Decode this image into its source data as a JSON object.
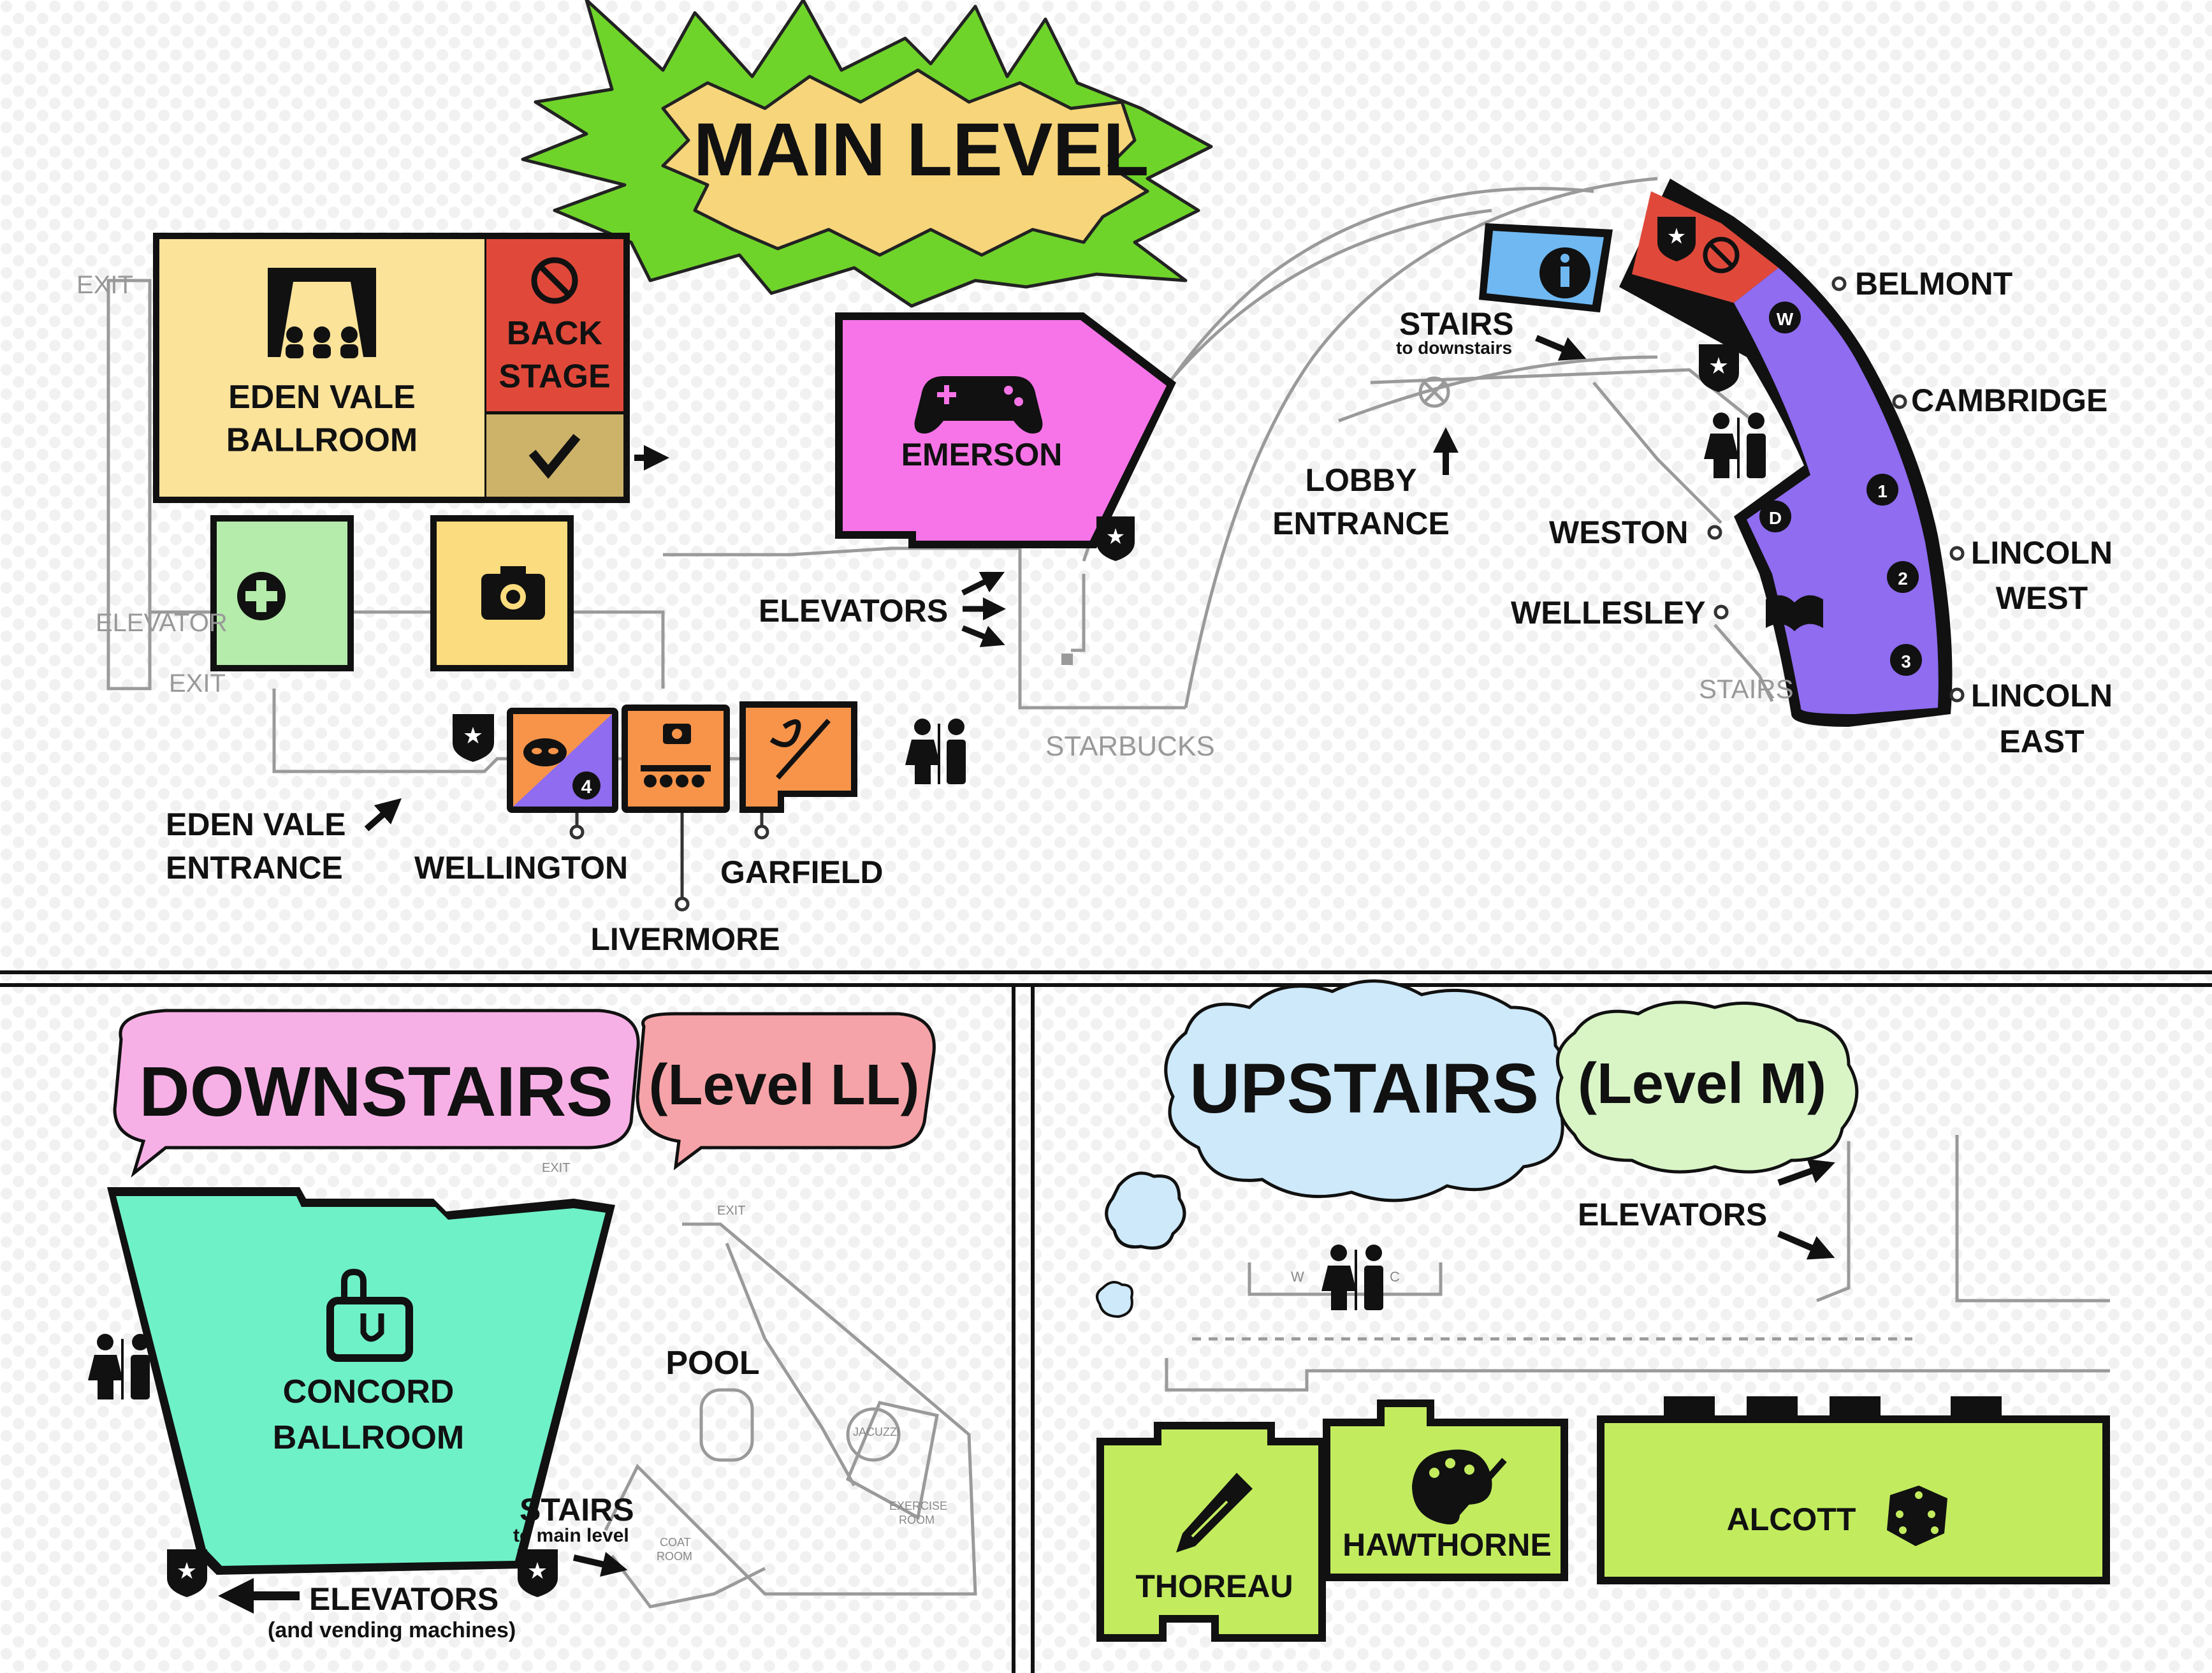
{
  "main_level": {
    "title": "MAIN LEVEL",
    "rooms": {
      "eden_vale_ballroom": "EDEN VALE\nBALLROOM",
      "back_stage": "BACK\nSTAGE",
      "emerson": "EMERSON"
    },
    "labels": {
      "exit_top": "EXIT",
      "exit_mid": "EXIT",
      "elevator_left": "ELEVATOR",
      "eden_vale_entrance": "EDEN VALE\nENTRANCE",
      "wellington": "WELLINGTON",
      "garfield": "GARFIELD",
      "livermore": "LIVERMORE",
      "elevators": "ELEVATORS",
      "starbucks": "STARBUCKS",
      "stairs": "STAIRS",
      "stairs_sub": "to downstairs",
      "lobby_entrance": "LOBBY\nENTRANCE",
      "belmont": "BELMONT",
      "cambridge": "CAMBRIDGE",
      "weston": "WESTON",
      "wellesley": "WELLESLEY",
      "lincoln_west": "LINCOLN\nWEST",
      "lincoln_east": "LINCOLN\nEAST",
      "stairs_right": "STAIRS"
    },
    "badges": {
      "wellington_num": "4",
      "w": "W",
      "d": "D",
      "n1": "1",
      "n2": "2",
      "n3": "3"
    },
    "icons": [
      "theater-icon",
      "no-entry-icon",
      "checkmark-icon",
      "first-aid-icon",
      "camera-icon",
      "gamepad-icon",
      "info-icon",
      "security-star-icon",
      "restroom-icon",
      "masks-icon",
      "audience-camera-icon",
      "craft-needle-icon",
      "book-icon"
    ]
  },
  "downstairs": {
    "title": "DOWNSTAIRS",
    "subtitle": "(Level LL)",
    "rooms": {
      "concord_ballroom": "CONCORD\nBALLROOM",
      "pool": "POOL"
    },
    "labels": {
      "stairs": "STAIRS",
      "stairs_sub": "to main level",
      "elevators": "ELEVATORS",
      "elevators_sub": "(and vending machines)",
      "exit": "EXIT",
      "exit2": "EXIT",
      "jacuzzi": "JACUZZI",
      "exercise_room": "EXERCISE\nROOM",
      "coat_room": "COAT\nROOM"
    },
    "icons": [
      "shopping-bag-icon",
      "restroom-icon",
      "security-star-icon"
    ]
  },
  "upstairs": {
    "title": "UPSTAIRS",
    "subtitle": "(Level M)",
    "rooms": {
      "thoreau": "THOREAU",
      "hawthorne": "HAWTHORNE",
      "alcott": "ALCOTT"
    },
    "labels": {
      "elevators": "ELEVATORS",
      "w": "W",
      "c": "C"
    },
    "icons": [
      "pencil-icon",
      "palette-icon",
      "dice-icon",
      "restroom-icon"
    ]
  },
  "colors": {
    "title_yellow": "#f7d57a",
    "spike_green": "#6fd42a",
    "ballroom_yellow": "#fbe39a",
    "backstage_red": "#e0493a",
    "check_tan": "#cdb36a",
    "firstaid_green": "#b5ecab",
    "photo_yellow": "#fbdc7e",
    "emerson_pink": "#f774e8",
    "info_blue": "#6fb8f2",
    "purple_wing": "#8f6cf0",
    "orange_rooms": "#f7944a",
    "concord_teal": "#6ff1c8",
    "downstairs_pink": "#f7b0e6",
    "level_ll_pink": "#f5a3a8",
    "upstairs_blue": "#cde9fa",
    "level_m_green": "#d9f5c6",
    "lime_rooms": "#c2ec5e"
  }
}
